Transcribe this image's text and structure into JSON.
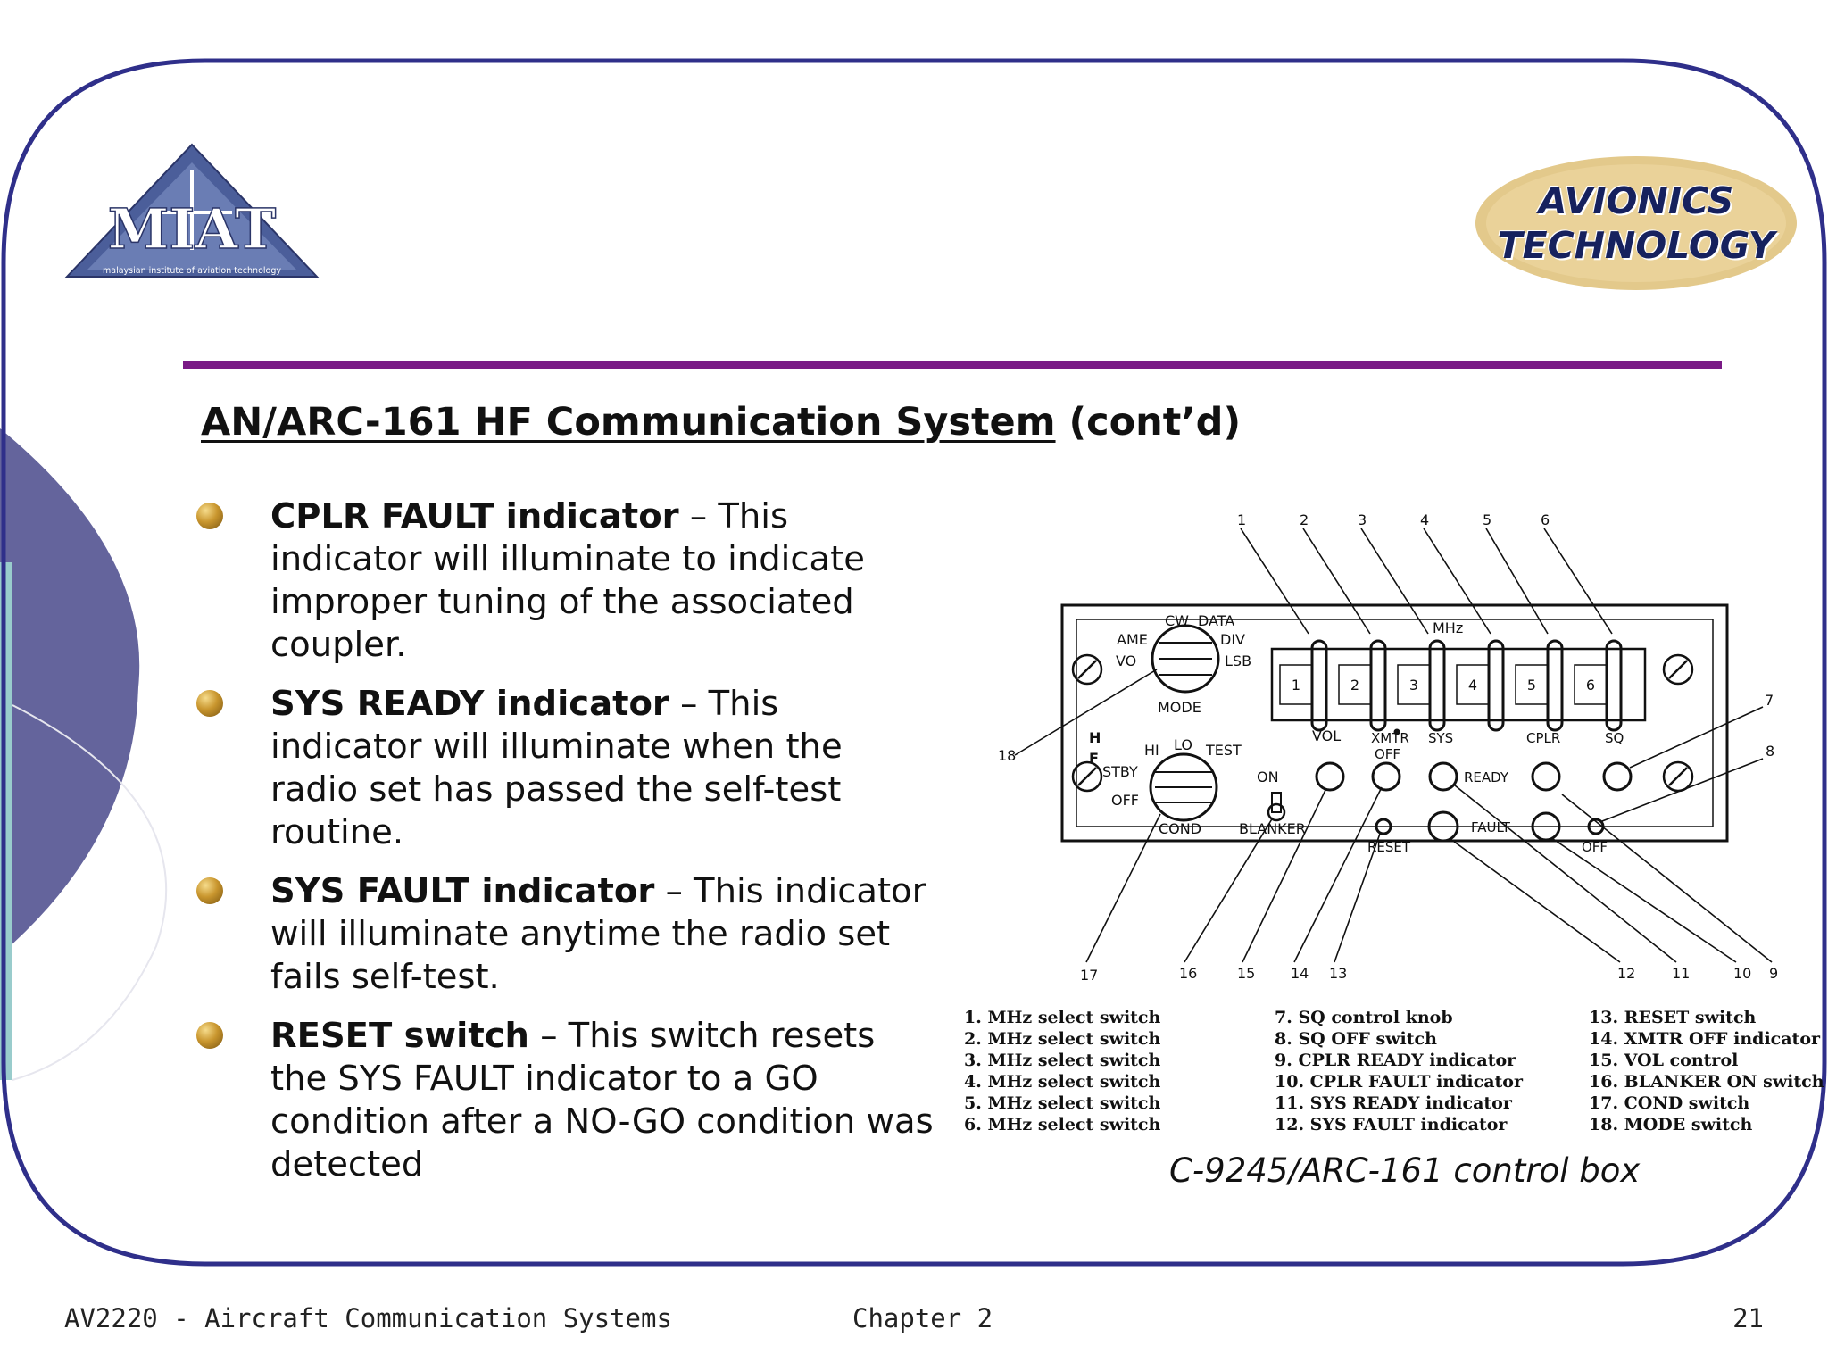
{
  "header": {
    "logo_text": "MIAT",
    "logo_subtext": "malaysian institute of aviation technology",
    "badge_line1": "AVIONICS",
    "badge_line2": "TECHNOLOGY"
  },
  "slide": {
    "title_underlined": "AN/ARC-161 HF Communication System",
    "title_rest": " (cont’d)",
    "bullets": [
      {
        "term": "CPLR FAULT indicator",
        "desc": " – This indicator will illuminate to indicate improper tuning of the associated coupler."
      },
      {
        "term": "SYS READY indicator",
        "desc": " – This indicator will illuminate when the radio set has passed the self-test routine."
      },
      {
        "term": "SYS FAULT indicator",
        "desc": " – This indicator will illuminate anytime the radio set fails self-test."
      },
      {
        "term": "RESET switch",
        "desc": " – This switch resets the SYS FAULT indicator to a GO condition after a NO-GO condition was detected"
      }
    ]
  },
  "diagram": {
    "panel_labels": {
      "cw": "CW",
      "data": "DATA",
      "ame": "AME",
      "div": "DIV",
      "vo": "VO",
      "lsb": "LSB",
      "mode": "MODE",
      "mhz": "MHz",
      "hf_h": "H",
      "hf_f": "F",
      "hi": "HI",
      "lo": "LO",
      "test": "TEST",
      "stby": "STBY",
      "off": "OFF",
      "cond": "COND",
      "on": "ON",
      "blanker": "BLANKER",
      "vol": "VOL",
      "xmtr": "XMTR",
      "xmtr_off": "OFF",
      "sys": "SYS",
      "cplr": "CPLR",
      "sq": "SQ",
      "ready": "READY",
      "fault": "FAULT",
      "reset": "RESET",
      "sq_off": "OFF"
    },
    "digits": [
      "1",
      "2",
      "3",
      "4",
      "5",
      "6"
    ],
    "callouts": [
      "1",
      "2",
      "3",
      "4",
      "5",
      "6",
      "7",
      "8",
      "9",
      "10",
      "11",
      "12",
      "13",
      "14",
      "15",
      "16",
      "17",
      "18"
    ],
    "legend_col1": [
      "1. MHz select switch",
      "2. MHz select switch",
      "3. MHz select switch",
      "4. MHz select switch",
      "5. MHz select switch",
      "6. MHz select switch"
    ],
    "legend_col2": [
      "7. SQ control knob",
      "8. SQ OFF switch",
      "9. CPLR READY indicator",
      "10. CPLR FAULT indicator",
      "11. SYS READY indicator",
      "12. SYS FAULT indicator"
    ],
    "legend_col3": [
      "13. RESET switch",
      "14. XMTR OFF indicator",
      "15. VOL control",
      "16. BLANKER ON switch",
      "17. COND switch",
      "18. MODE switch"
    ],
    "caption": "C-9245/ARC-161 control box"
  },
  "footer": {
    "course": "AV2220 - Aircraft Communication Systems",
    "chapter": "Chapter 2",
    "page": "21"
  },
  "colors": {
    "frame": "#2f2f8a",
    "rule": "#7a1a86",
    "arc": "#64649c",
    "teal": "#99cccc",
    "badge": "#e3c98b"
  }
}
